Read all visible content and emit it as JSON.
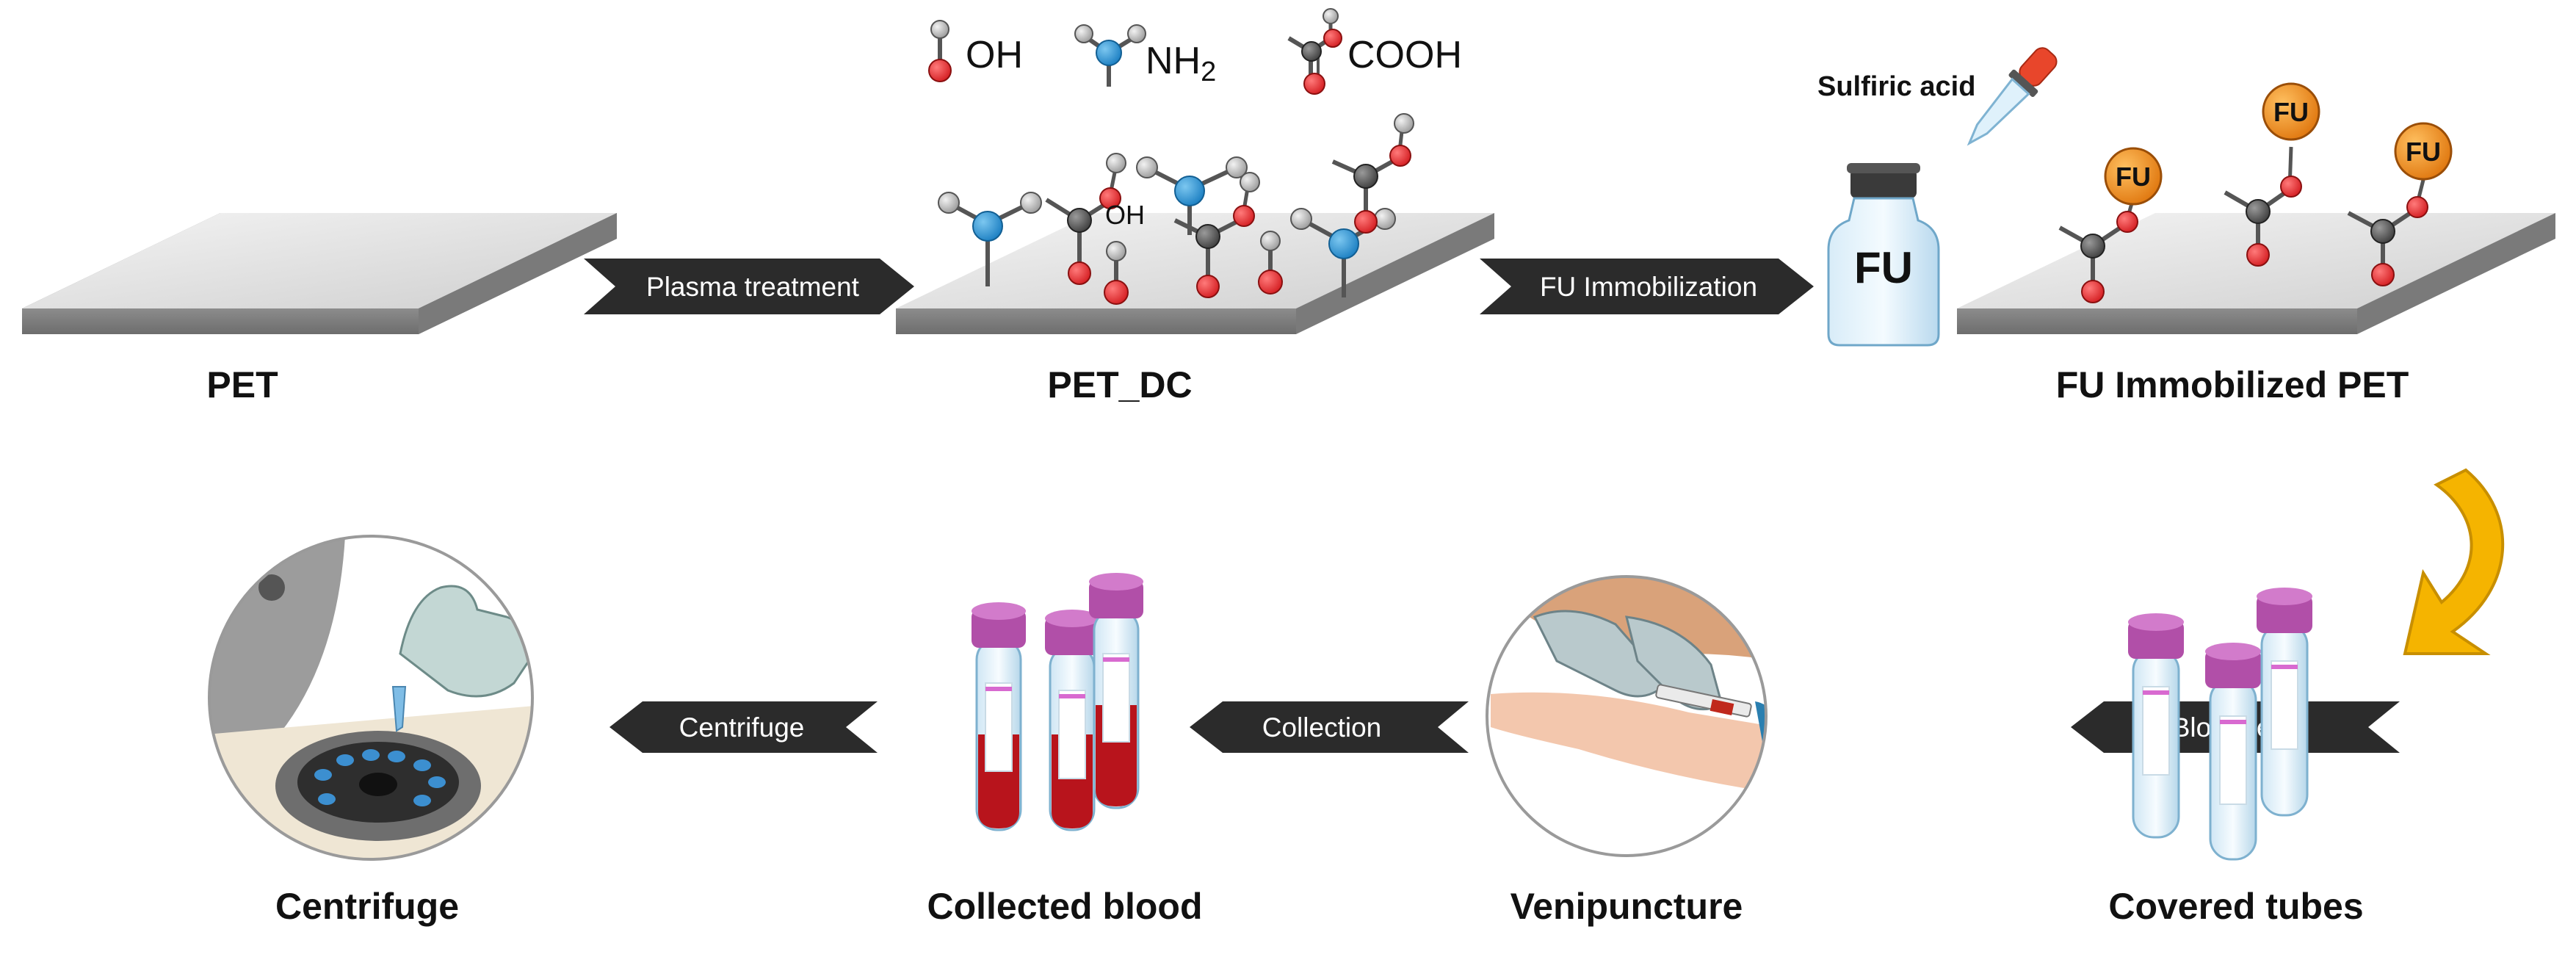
{
  "legend": {
    "oh": "OH",
    "nh2": "NH",
    "nh2_sub": "2",
    "cooh": "COOH"
  },
  "oh_inline": "OH",
  "sulfuric_acid": "Sulfiric acid",
  "bottle_label": "FU",
  "fu_ball": "FU",
  "arrows": {
    "plasma": "Plasma treatment",
    "fu_immobilization": "FU Immobilization",
    "blood_test": "Blood test",
    "collection": "Collection",
    "centrifuge": "Centrifuge"
  },
  "steps": {
    "pet": "PET",
    "pet_dc": "PET_DC",
    "fu_pet": "FU Immobilized PET",
    "covered_tubes": "Covered tubes",
    "venipuncture": "Venipuncture",
    "collected_blood": "Collected blood",
    "centrifuge": "Centrifuge"
  },
  "colors": {
    "oxygen": "#e8262b",
    "nitrogen": "#2a8fd0",
    "hydrogen": "#bdbdbd",
    "carbon": "#5a5a5a",
    "fu": "#f08a1c",
    "flow_arrow": "#f5b400",
    "tube_cap": "#b14fa8",
    "blood": "#b8141c",
    "arrow_fill": "#2b2b2b"
  }
}
